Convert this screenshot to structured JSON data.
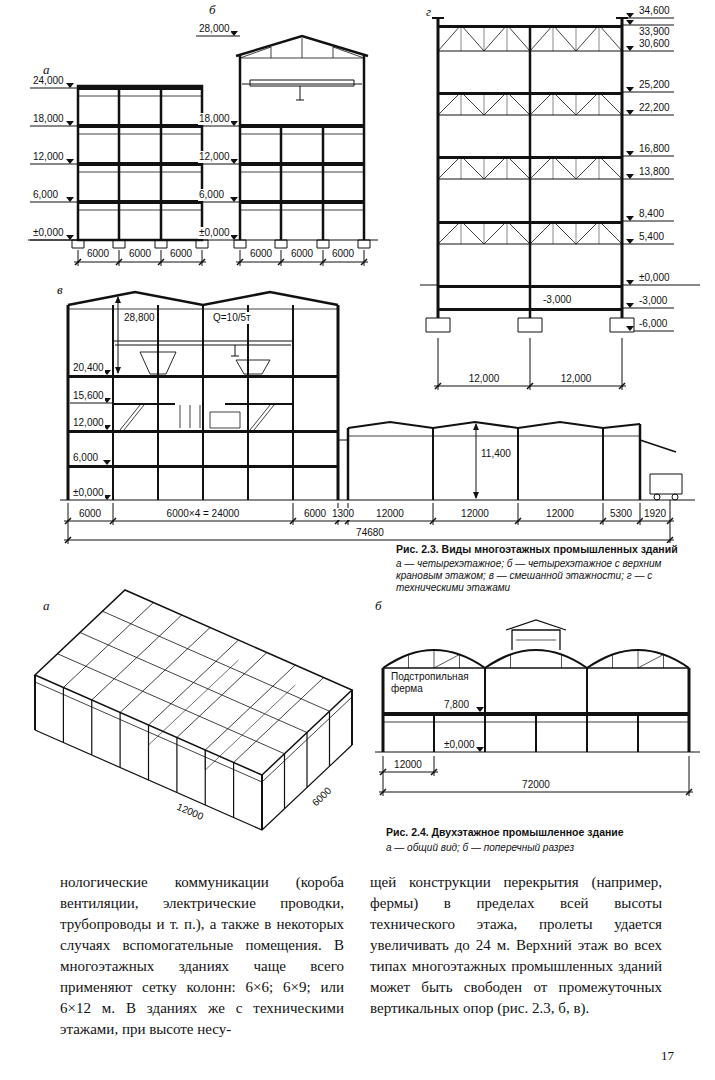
{
  "diagram": {
    "labels": [
      "а",
      "24,000",
      "18,000",
      "12,000",
      "6,000",
      "±0,000",
      "6000",
      "6000",
      "6000",
      "б",
      "28,000",
      "18,000",
      "12,000",
      "6,000",
      "±0,000",
      "6000",
      "6000",
      "6000",
      "г",
      "34,600",
      "33,900",
      "30,600",
      "25,200",
      "22,200",
      "16,800",
      "13,800",
      "8,400",
      "5,400",
      "±0,000",
      "-3,000",
      "-3,000",
      "-6,000",
      "12,000",
      "12,000",
      "в",
      "28,800",
      "Q=10/5т",
      "20,400",
      "15,600",
      "12,000",
      "6,000",
      "±0,000",
      "11,400",
      "6000",
      "6000×4 = 24000",
      "6000",
      "1300",
      "12000",
      "12000",
      "12000",
      "5300",
      "1920",
      "74680",
      "Рис. 2.3. Виды многоэтажных промышленных зданий",
      "а — четырехэтажное; б — четырехэтажное с верхним крановым этажом; в — смешанной этажности; г — с техническими этажами",
      "а",
      "12000",
      "6000",
      "б",
      "Подстропильная ферма",
      "7,800",
      "±0,000",
      "12000",
      "72000",
      "Рис. 2.4. Двухэтажное промышленное здание",
      "а — общий вид; б — поперечный разрез",
      "нологические коммуникации (короба вентиляции, электрические проводки, трубопроводы и т. п.), а также в некоторых случаях вспомогательные помещения. В многоэтажных зданиях чаще всего применяют сетку колонн: 6×6; 6×9; или 6×12 м. В зданиях же с техническими этажами, при высоте несу-",
      "щей конструкции перекрытия (например, фермы) в пределах всей высоты технического этажа, пролеты удается увеличивать до 24 м. Верхний этаж во всех типах многоэтажных промышленных зданий может быть свободен от промежуточных вертикальных опор (рис. 2.3, б, в).",
      "17"
    ]
  }
}
